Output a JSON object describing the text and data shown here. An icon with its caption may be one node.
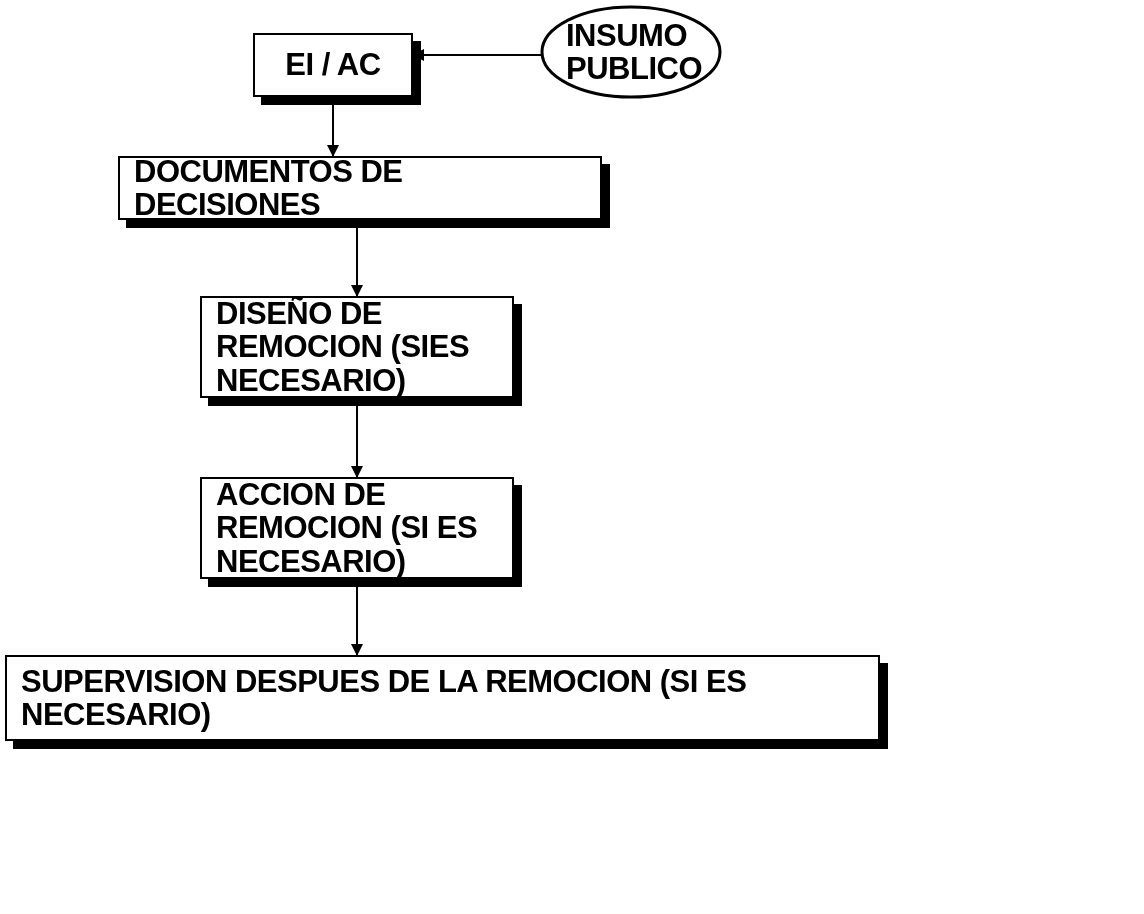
{
  "diagram": {
    "nodes": [
      {
        "text": [
          "EI / AC"
        ]
      },
      {
        "text": [
          "INSUMO PUBLICO"
        ]
      },
      {
        "text": [
          "DOCUMENTOS DE DECISIONES"
        ]
      },
      {
        "text": [
          "DISEÑO DE REMOCION (SIES NECESARIO)"
        ]
      },
      {
        "text": [
          "ACCION DE REMOCION (SI ES NECESARIO)"
        ]
      },
      {
        "text": [
          "SUPERVISION DESPUES DE LA REMOCION (SI ES NECESARIO)"
        ]
      }
    ],
    "edges": [
      {
        "from": 1,
        "to": 0,
        "arrow": "to"
      },
      {
        "from": 0,
        "to": 2,
        "arrow": "to"
      },
      {
        "from": 2,
        "to": 3,
        "arrow": "to"
      },
      {
        "from": 3,
        "to": 4,
        "arrow": "to"
      },
      {
        "from": 4,
        "to": 5,
        "arrow": "to"
      }
    ]
  }
}
